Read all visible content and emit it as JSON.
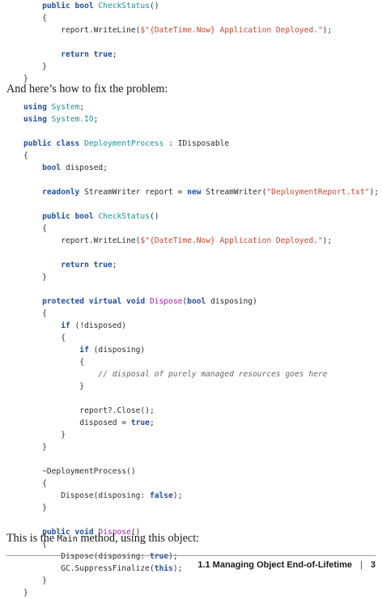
{
  "code_top": [
    [
      [
        "k",
        "    public bool "
      ],
      [
        "t",
        "CheckStatus"
      ],
      [
        "n",
        "()"
      ]
    ],
    [
      [
        "n",
        "    {"
      ]
    ],
    [
      [
        "n",
        "        report.WriteLine("
      ],
      [
        "s",
        "$\"{DateTime.Now} Application Deployed.\""
      ],
      [
        "n",
        ");"
      ]
    ],
    [
      [
        "n",
        ""
      ]
    ],
    [
      [
        "n",
        "        "
      ],
      [
        "k",
        "return true"
      ],
      [
        "n",
        ";"
      ]
    ],
    [
      [
        "n",
        "    }"
      ]
    ],
    [
      [
        "n",
        "}"
      ]
    ]
  ],
  "prose_fix": "And here’s how to fix the problem:",
  "code_main": [
    [
      [
        "k",
        "using "
      ],
      [
        "t",
        "System"
      ],
      [
        "n",
        ";"
      ]
    ],
    [
      [
        "k",
        "using "
      ],
      [
        "t",
        "System.IO"
      ],
      [
        "n",
        ";"
      ]
    ],
    [
      [
        "n",
        ""
      ]
    ],
    [
      [
        "k",
        "public class "
      ],
      [
        "t",
        "DeploymentProcess"
      ],
      [
        "n",
        " : IDisposable"
      ]
    ],
    [
      [
        "n",
        "{"
      ]
    ],
    [
      [
        "k",
        "    bool "
      ],
      [
        "n",
        "disposed;"
      ]
    ],
    [
      [
        "n",
        ""
      ]
    ],
    [
      [
        "k",
        "    readonly "
      ],
      [
        "n",
        "StreamWriter report = "
      ],
      [
        "k",
        "new "
      ],
      [
        "n",
        "StreamWriter("
      ],
      [
        "s",
        "\"DeploymentReport.txt\""
      ],
      [
        "n",
        ");"
      ]
    ],
    [
      [
        "n",
        ""
      ]
    ],
    [
      [
        "k",
        "    public bool "
      ],
      [
        "t",
        "CheckStatus"
      ],
      [
        "n",
        "()"
      ]
    ],
    [
      [
        "n",
        "    {"
      ]
    ],
    [
      [
        "n",
        "        report.WriteLine("
      ],
      [
        "s",
        "$\"{DateTime.Now} Application Deployed.\""
      ],
      [
        "n",
        ");"
      ]
    ],
    [
      [
        "n",
        ""
      ]
    ],
    [
      [
        "n",
        "        "
      ],
      [
        "k",
        "return true"
      ],
      [
        "n",
        ";"
      ]
    ],
    [
      [
        "n",
        "    }"
      ]
    ],
    [
      [
        "n",
        ""
      ]
    ],
    [
      [
        "k",
        "    protected virtual void "
      ],
      [
        "f",
        "Dispose"
      ],
      [
        "n",
        "("
      ],
      [
        "k",
        "bool "
      ],
      [
        "n",
        "disposing)"
      ]
    ],
    [
      [
        "n",
        "    {"
      ]
    ],
    [
      [
        "k",
        "        if "
      ],
      [
        "n",
        "(!disposed)"
      ]
    ],
    [
      [
        "n",
        "        {"
      ]
    ],
    [
      [
        "k",
        "            if "
      ],
      [
        "n",
        "(disposing)"
      ]
    ],
    [
      [
        "n",
        "            {"
      ]
    ],
    [
      [
        "c",
        "                // disposal of purely managed resources goes here"
      ]
    ],
    [
      [
        "n",
        "            }"
      ]
    ],
    [
      [
        "n",
        ""
      ]
    ],
    [
      [
        "n",
        "            report?.Close();"
      ]
    ],
    [
      [
        "n",
        "            disposed = "
      ],
      [
        "k",
        "true"
      ],
      [
        "n",
        ";"
      ]
    ],
    [
      [
        "n",
        "        }"
      ]
    ],
    [
      [
        "n",
        "    }"
      ]
    ],
    [
      [
        "n",
        ""
      ]
    ],
    [
      [
        "n",
        "    ~DeploymentProcess()"
      ]
    ],
    [
      [
        "n",
        "    {"
      ]
    ],
    [
      [
        "n",
        "        Dispose(disposing: "
      ],
      [
        "k",
        "false"
      ],
      [
        "n",
        ");"
      ]
    ],
    [
      [
        "n",
        "    }"
      ]
    ],
    [
      [
        "n",
        ""
      ]
    ],
    [
      [
        "k",
        "    public void "
      ],
      [
        "f",
        "Dispose"
      ],
      [
        "n",
        "()"
      ]
    ],
    [
      [
        "n",
        "    {"
      ]
    ],
    [
      [
        "n",
        "        Dispose(disposing: "
      ],
      [
        "k",
        "true"
      ],
      [
        "n",
        ");"
      ]
    ],
    [
      [
        "n",
        "        GC.SuppressFinalize("
      ],
      [
        "k",
        "this"
      ],
      [
        "n",
        ");"
      ]
    ],
    [
      [
        "n",
        "    }"
      ]
    ],
    [
      [
        "n",
        "}"
      ]
    ]
  ],
  "prose_main": {
    "before": "This is the ",
    "code": "Main",
    "after": " method, using this object:"
  },
  "footer": {
    "section": "1.1 Managing Object End-of-Lifetime",
    "separator": "|",
    "page_number": "3"
  }
}
